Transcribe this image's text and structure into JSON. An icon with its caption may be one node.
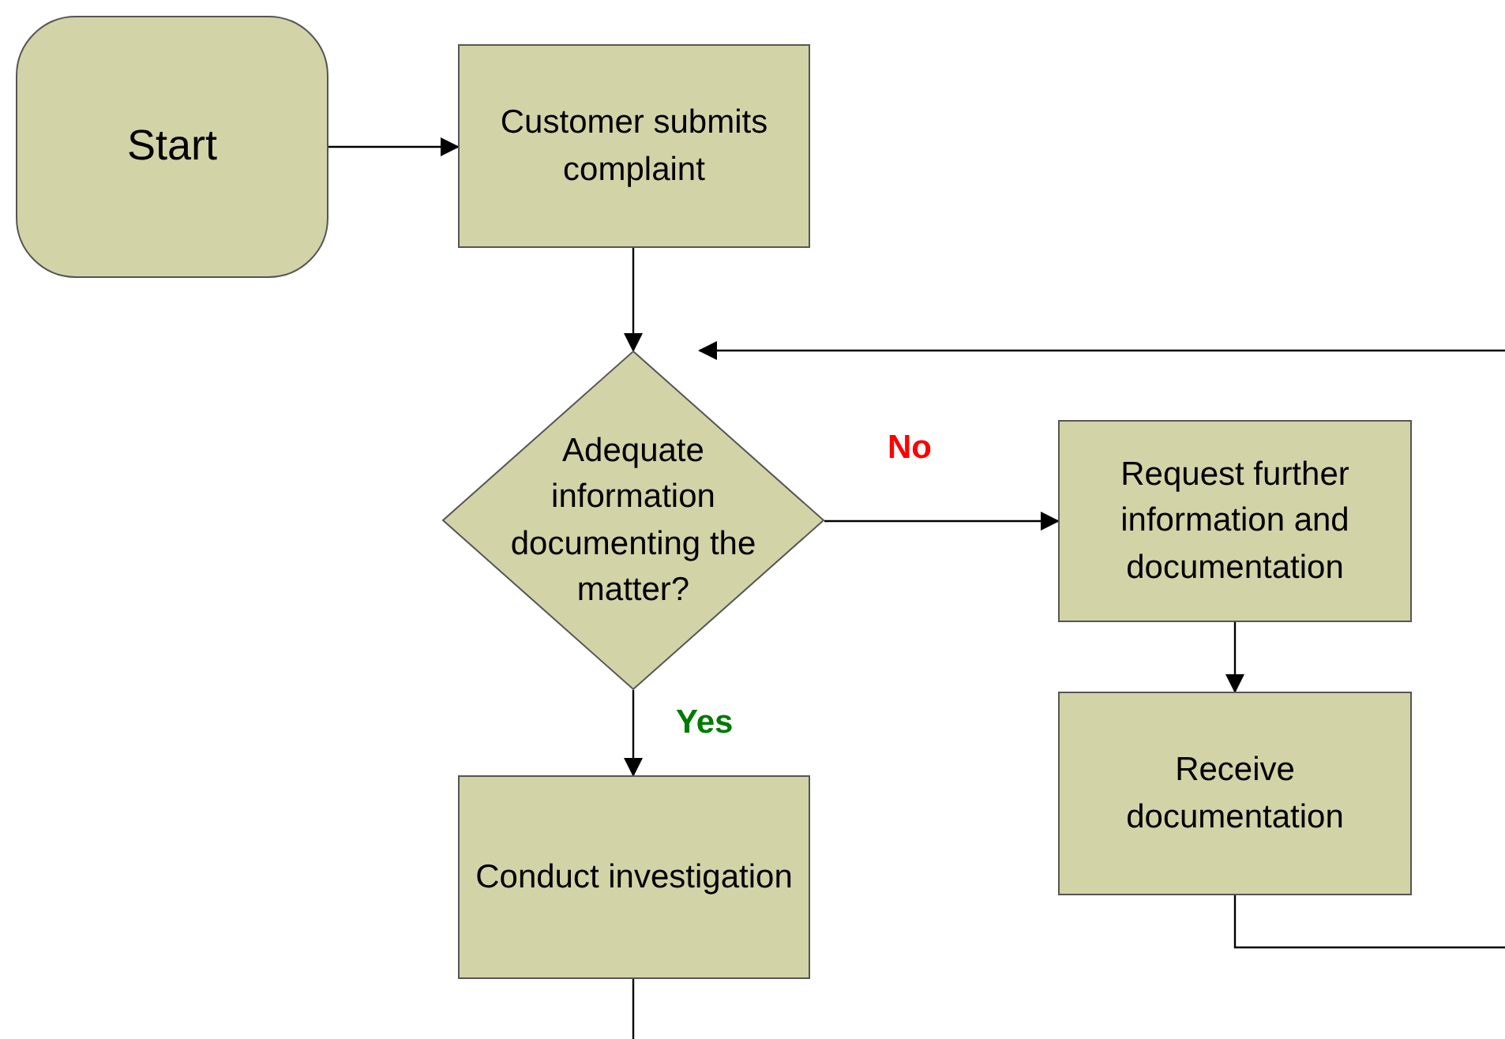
{
  "diagram": {
    "nodes": [
      {
        "text": [
          "Start"
        ]
      },
      {
        "text": [
          "Customer submits complaint"
        ]
      },
      {
        "text": [
          "Adequate information documenting the matter?"
        ]
      },
      {
        "text": [
          "Request further information and documentation"
        ]
      },
      {
        "text": [
          "Receive documentation"
        ]
      },
      {
        "text": [
          "Conduct investigation"
        ]
      }
    ],
    "edges": [
      {
        "from": 0,
        "to": 1,
        "arrow": "to"
      },
      {
        "from": 1,
        "to": 2,
        "arrow": "to"
      },
      {
        "from": 2,
        "to": 3,
        "arrow": "to",
        "label": "No"
      },
      {
        "from": 2,
        "to": 5,
        "arrow": "to",
        "label": "Yes"
      },
      {
        "from": 3,
        "to": 4,
        "arrow": "to"
      },
      {
        "from": 4,
        "to": null,
        "arrow": "none"
      },
      {
        "from": null,
        "to": 2,
        "arrow": "to"
      },
      {
        "from": 5,
        "to": null,
        "arrow": "none"
      }
    ]
  }
}
